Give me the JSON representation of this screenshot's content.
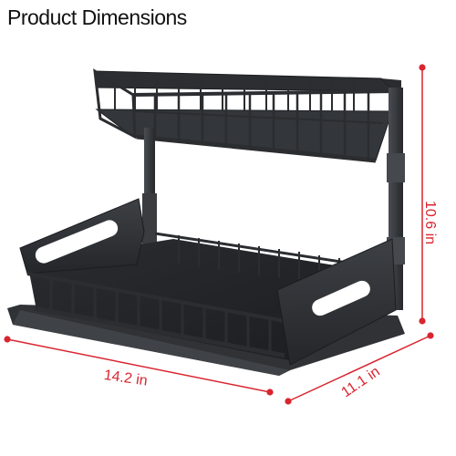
{
  "title": "Product Dimensions",
  "dimensions": {
    "width": "14.2 in",
    "depth": "11.1 in",
    "height": "10.6 in"
  },
  "colors": {
    "accent": "#d9252f",
    "rack_dark": "#2b2d30",
    "rack_mid": "#3a3c40",
    "rack_light": "#55585d"
  }
}
